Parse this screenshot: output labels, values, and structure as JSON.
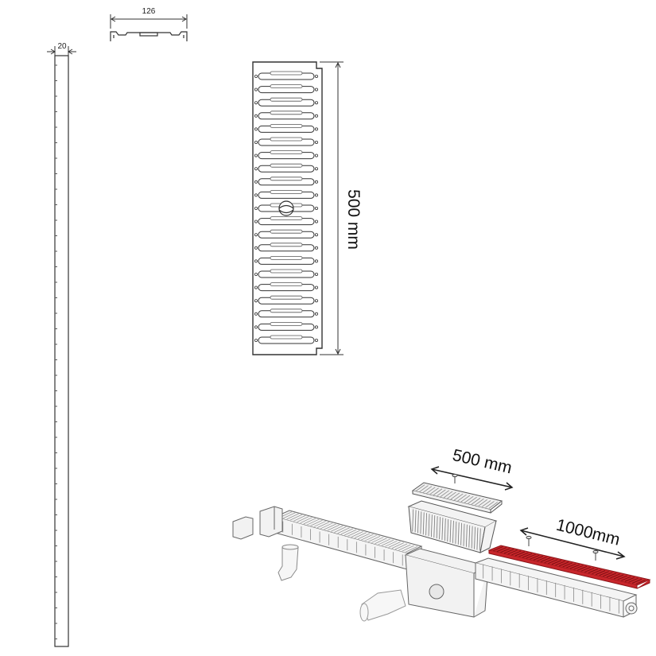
{
  "drawing": {
    "top_view_width": "126",
    "side_profile_width": "20",
    "grating_length": "500 mm",
    "assembly_grating_length": "500 mm",
    "assembly_channel_length": "1000mm"
  },
  "colors": {
    "line": "#3a3a3a",
    "light_line": "#9a9a9a",
    "accent_grating": "#c8262b",
    "background": "#ffffff"
  }
}
